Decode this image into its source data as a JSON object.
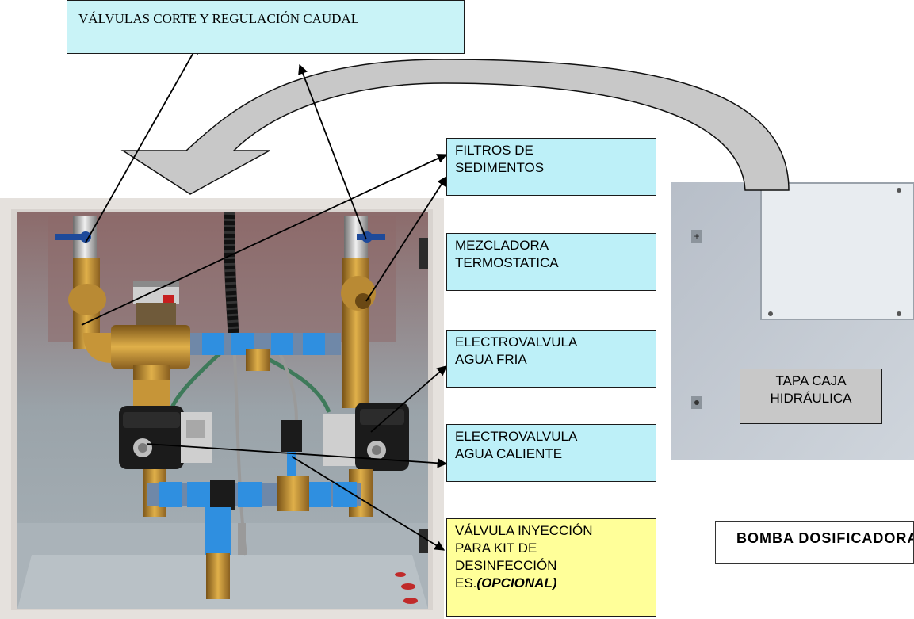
{
  "labels": {
    "valves_header": "VÁLVULAS CORTE Y REGULACIÓN CAUDAL",
    "filters": [
      "FILTROS DE",
      "SEDIMENTOS"
    ],
    "mixer": [
      "MEZCLADORA",
      "TERMOSTATICA"
    ],
    "cold_solenoid": [
      "ELECTROVALVULA",
      "AGUA FRIA"
    ],
    "hot_solenoid": [
      "ELECTROVALVULA",
      "AGUA CALIENTE"
    ],
    "injection": [
      "VÁLVULA INYECCIÓN",
      "PARA KIT DE",
      "DESINFECCIÓN"
    ],
    "injection_suffix": "ES.",
    "injection_optional": "(OPCIONAL)",
    "cover": [
      "TAPA CAJA",
      "HIDRÁULICA"
    ],
    "pump": "BOMBA  DOSIFICADORA"
  },
  "colors": {
    "callout_cyan": "#bdf0f8",
    "callout_yellow": "#ffff99",
    "callout_gray": "#c8c8c8",
    "arrow": "#000000",
    "brass": "#b8862e",
    "blue_coupling": "#2f8fe0",
    "solenoid_body": "#1b1b1b",
    "cabinet_metal": "#9aa3a9",
    "cover_panel": "#c5cbd3"
  }
}
